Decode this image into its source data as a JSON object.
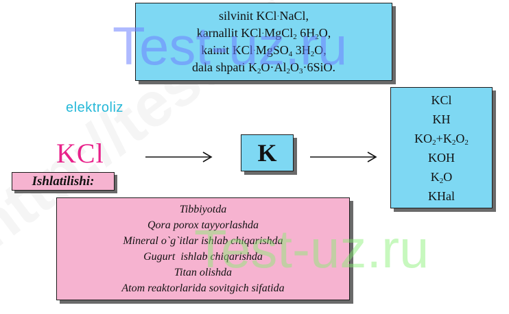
{
  "minerals": [
    {
      "name": "silvinit",
      "formula": [
        [
          "t",
          "KCl"
        ],
        [
          "d",
          "·"
        ],
        [
          "t",
          "NaCl"
        ],
        [
          "t",
          ","
        ]
      ]
    },
    {
      "name": "karnallit",
      "formula": [
        [
          "t",
          "KCl"
        ],
        [
          "d",
          "·"
        ],
        [
          "t",
          "MgCl"
        ],
        [
          "s",
          "2"
        ],
        [
          "t",
          " 6H"
        ],
        [
          "s",
          "2"
        ],
        [
          "t",
          "O,"
        ]
      ]
    },
    {
      "name": "kainit",
      "formula": [
        [
          "t",
          "KCl"
        ],
        [
          "d",
          "·"
        ],
        [
          "t",
          "MgSO"
        ],
        [
          "s",
          "4"
        ],
        [
          "t",
          " 3H"
        ],
        [
          "s",
          "2"
        ],
        [
          "t",
          "O,"
        ]
      ]
    },
    {
      "name": "dala shpati",
      "formula": [
        [
          "t",
          "K"
        ],
        [
          "s",
          "2"
        ],
        [
          "t",
          "O·Al"
        ],
        [
          "s",
          "2"
        ],
        [
          "t",
          "O"
        ],
        [
          "s",
          "3"
        ],
        [
          "t",
          "·6SiO."
        ]
      ]
    }
  ],
  "process_label": "elektroliz",
  "reactant": "KCl",
  "product": "K",
  "compounds": [
    [
      [
        "t",
        "KCl"
      ]
    ],
    [
      [
        "t",
        "KH"
      ]
    ],
    [
      [
        "t",
        "KO"
      ],
      [
        "s",
        "2"
      ],
      [
        "t",
        "+K"
      ],
      [
        "s",
        "2"
      ],
      [
        "t",
        "O"
      ],
      [
        "s",
        "2"
      ]
    ],
    [
      [
        "t",
        "KOH"
      ]
    ],
    [
      [
        "t",
        "K"
      ],
      [
        "s",
        "2"
      ],
      [
        "t",
        "O"
      ]
    ],
    [
      [
        "t",
        "KHal"
      ]
    ]
  ],
  "usage_title": "Ishlatilishi:",
  "usage_items": [
    "Tibbiyotda",
    "Qora porox tayyorlashda",
    "Mineral o`g`itlar ishlab chiqarishda",
    "Gugurt  ishlab chiqarishda",
    "Titan olishda",
    "Atom reaktorlarida sovitgich sifatida"
  ],
  "watermarks": {
    "top": "Test-uz.ru",
    "bottom": "Test-uz.ru",
    "diagonal": "http://test-uz"
  },
  "colors": {
    "cyan_box": "#7ed8f3",
    "pink_box": "#f6b3d0",
    "magenta_text": "#e8218a",
    "cyan_text": "#25b8d8"
  }
}
